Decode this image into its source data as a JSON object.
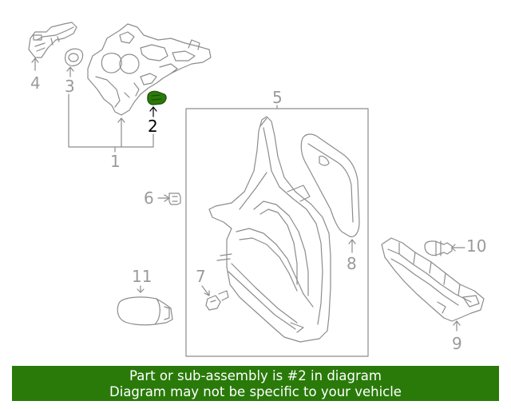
{
  "callouts": {
    "c1": "1",
    "c2": "2",
    "c3": "3",
    "c4": "4",
    "c5": "5",
    "c6": "6",
    "c7": "7",
    "c8": "8",
    "c9": "9",
    "c10": "10",
    "c11": "11"
  },
  "highlighted_part": "2",
  "banner": {
    "line1": "Part or sub-assembly is #2 in diagram",
    "line2": "Diagram may not be specific to your vehicle"
  },
  "colors": {
    "line": "#8c8c8c",
    "highlight_fill": "#2a7a0a",
    "banner_bg": "#2a7a0a",
    "banner_text": "#ffffff",
    "callout_text": "#9a9a9a",
    "active_callout_text": "#000000"
  }
}
